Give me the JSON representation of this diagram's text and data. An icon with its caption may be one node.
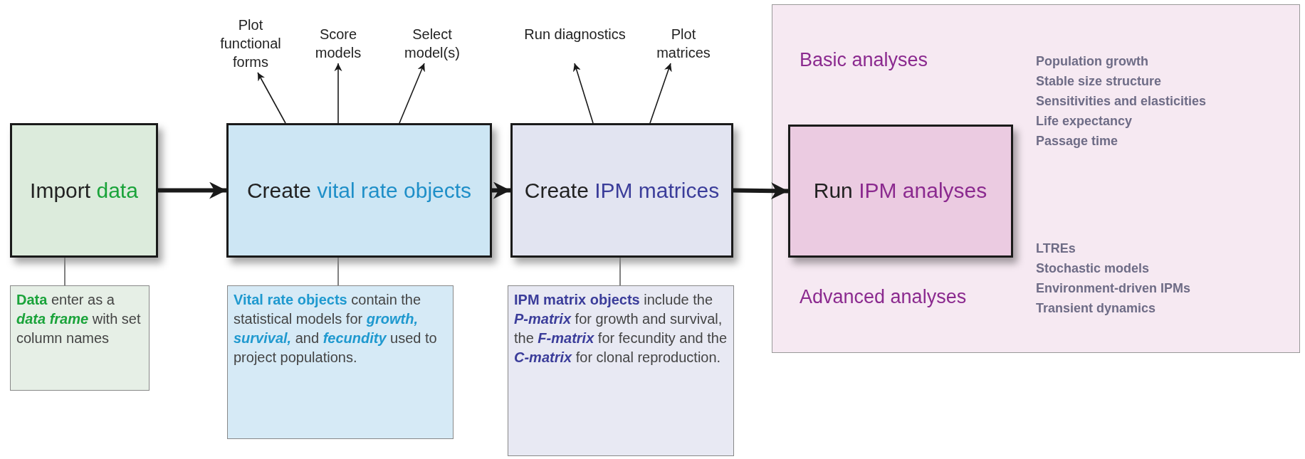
{
  "diagram": {
    "nodes": [
      {
        "text": [
          "Import",
          "data"
        ]
      },
      {
        "text": [
          "Create",
          "vital rate objects"
        ]
      },
      {
        "text": [
          "Create",
          "IPM matrices"
        ]
      },
      {
        "text": [
          "Basic analyses",
          "Advanced analyses"
        ]
      },
      {
        "text": [
          "Run",
          "IPM analyses"
        ],
        "in": 3
      },
      {
        "text": [
          "**Data** enter as a *data frame* with set column names"
        ]
      },
      {
        "text": [
          "**Vital rate objects** contain the statistical models for *growth, survival,* and *fecundity* used to project populations."
        ]
      },
      {
        "text": [
          "**IPM matrix objects** include the *P-matrix* for growth and survival, the *F-matrix* for fecundity and the *C-matrix* for clonal reproduction."
        ]
      },
      {
        "text": [
          "Plot functional forms"
        ]
      },
      {
        "text": [
          "Score models"
        ]
      },
      {
        "text": [
          "Select model(s)"
        ]
      },
      {
        "text": [
          "Run diagnostics"
        ]
      },
      {
        "text": [
          "Plot matrices"
        ]
      }
    ],
    "edges": [
      {
        "from": 0,
        "to": 1,
        "arrow": "to",
        "style": "thick"
      },
      {
        "from": 1,
        "to": 2,
        "arrow": "to",
        "style": "thick"
      },
      {
        "from": 2,
        "to": 4,
        "arrow": "to",
        "style": "thick"
      },
      {
        "from": 1,
        "to": 8,
        "arrow": "to"
      },
      {
        "from": 1,
        "to": 9,
        "arrow": "to"
      },
      {
        "from": 1,
        "to": 10,
        "arrow": "to"
      },
      {
        "from": 2,
        "to": 11,
        "arrow": "to"
      },
      {
        "from": 2,
        "to": 12,
        "arrow": "to"
      },
      {
        "from": 0,
        "to": 5,
        "arrow": "none",
        "color": "#808080"
      },
      {
        "from": 1,
        "to": 6,
        "arrow": "none",
        "color": "#808080"
      },
      {
        "from": 2,
        "to": 7,
        "arrow": "none",
        "color": "#808080"
      }
    ],
    "labels": [
      "Population growth",
      "Stable size structure",
      "Sensitivities and elasticities",
      "Life expectancy",
      "Passage time",
      "LTREs",
      "Stochastic models",
      "Environment-driven IPMs",
      "Transient dynamics"
    ]
  }
}
